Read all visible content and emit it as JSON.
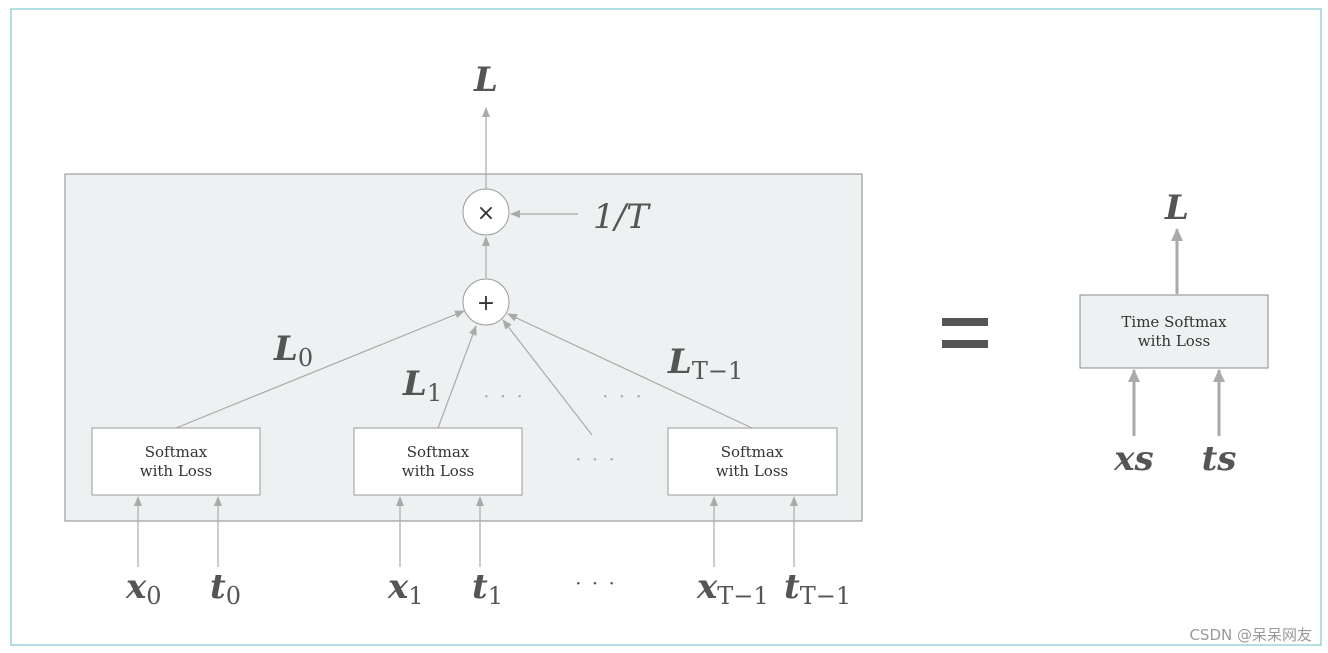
{
  "left_system": {
    "output_label": "L",
    "multiply_symbol": "×",
    "scale_label": "1/T",
    "add_symbol": "+",
    "losses": [
      {
        "base": "L",
        "sub": "0"
      },
      {
        "base": "L",
        "sub": "1"
      },
      {
        "base": "L",
        "sub": "T−1"
      }
    ],
    "ellipsis": "· · ·",
    "blocks": [
      {
        "line1": "Softmax",
        "line2": "with Loss"
      },
      {
        "line1": "Softmax",
        "line2": "with Loss"
      },
      {
        "line1": "Softmax",
        "line2": "with Loss"
      }
    ],
    "inputs": [
      {
        "base": "x",
        "sub": "0"
      },
      {
        "base": "t",
        "sub": "0"
      },
      {
        "base": "x",
        "sub": "1"
      },
      {
        "base": "t",
        "sub": "1"
      },
      {
        "base": "x",
        "sub": "T−1"
      },
      {
        "base": "t",
        "sub": "T−1"
      }
    ]
  },
  "right_system": {
    "output_label": "L",
    "block": {
      "line1": "Time Softmax",
      "line2": "with Loss"
    },
    "inputs": [
      "xs",
      "ts"
    ]
  },
  "watermark": "CSDN @呆呆网友",
  "colors": {
    "frame": "#7ec8d3",
    "panel_fill": "#eef1f2",
    "panel_stroke": "#888888",
    "arrow": "#aaaaaa",
    "text": "#555555"
  }
}
